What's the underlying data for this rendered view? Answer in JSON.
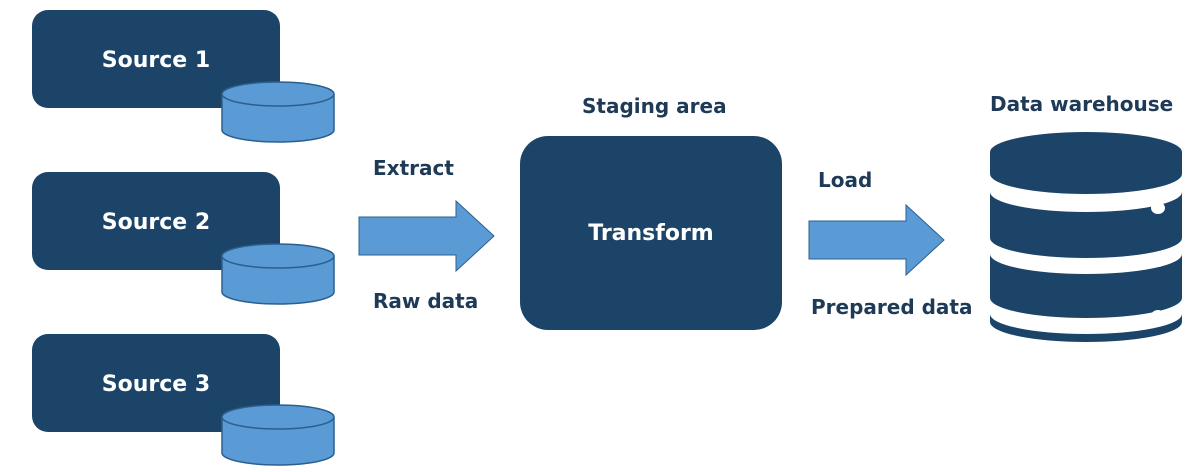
{
  "colors": {
    "dark": "#1b4468",
    "light": "#5b9bd5",
    "light_stroke": "#2b5f8e",
    "text": "#1e3a56"
  },
  "sources": [
    {
      "label": "Source 1"
    },
    {
      "label": "Source 2"
    },
    {
      "label": "Source 3"
    }
  ],
  "extract": {
    "top_label": "Extract",
    "bottom_label": "Raw data"
  },
  "staging": {
    "title": "Staging area",
    "box_label": "Transform"
  },
  "load": {
    "top_label": "Load",
    "bottom_label": "Prepared data"
  },
  "warehouse": {
    "title": "Data warehouse",
    "icon": "database-icon"
  }
}
